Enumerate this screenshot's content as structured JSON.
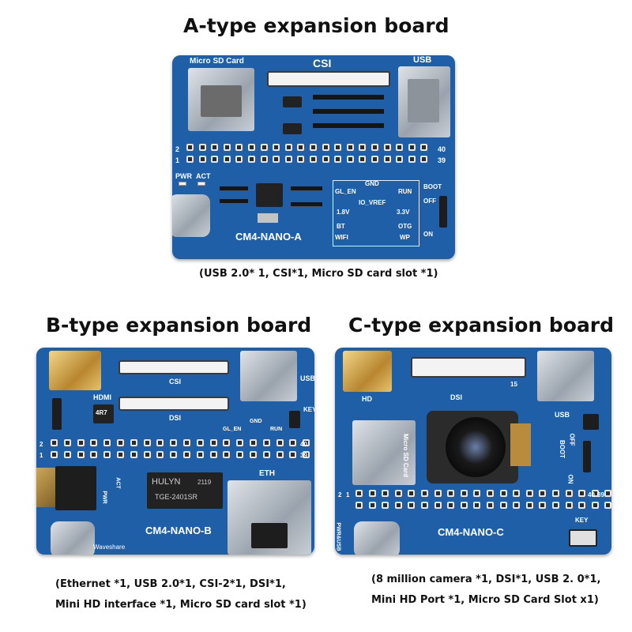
{
  "boards": [
    {
      "title": "A-type expansion board",
      "caption": "(USB 2.0* 1, CSI*1, Micro SD card slot *1)",
      "labels": {
        "sd": "Micro SD Card",
        "csi": "CSI",
        "usb": "USB",
        "pin2": "2",
        "pin1": "1",
        "pin40": "40",
        "pin39": "39",
        "pwr": "PWR",
        "act": "ACT",
        "gnd": "GND",
        "gl_en": "GL_EN",
        "run": "RUN",
        "io_vref": "IO_VREF",
        "v18": "1.8V",
        "v33": "3.3V",
        "bt": "BT",
        "otg": "OTG",
        "wifi": "WIFI",
        "wp": "WP",
        "boot": "BOOT",
        "off": "OFF",
        "on": "ON",
        "name": "CM4-NANO-A"
      }
    },
    {
      "title": "B-type expansion board",
      "caption_line1": "(Ethernet *1, USB 2.0*1, CSI-2*1, DSI*1,",
      "caption_line2": "Mini HD interface *1, Micro SD card slot *1)",
      "labels": {
        "hdmi": "HDMI",
        "csi": "CSI",
        "dsi": "DSI",
        "usb": "USB",
        "key": "KEY",
        "gnd": "GND",
        "gl_en": "GL_EN",
        "run": "RUN",
        "eth": "ETH",
        "chip_brand": "HULYN",
        "chip_num": "2119",
        "chip_part": "TGE-2401SR",
        "inductor": "4R7",
        "pwr": "PWR",
        "act": "ACT",
        "name": "CM4-NANO-B",
        "brand": "Waveshare",
        "pin2": "2",
        "pin1": "1",
        "pin40": "40",
        "pin39": "39"
      }
    },
    {
      "title": "C-type expansion board",
      "caption_line1": "(8 million camera *1, DSI*1, USB 2. 0*1,",
      "caption_line2": "Mini HD Port *1, Micro SD Card Slot x1)",
      "labels": {
        "hd": "HD",
        "dsi": "DSI",
        "pin15": "15",
        "usb": "USB",
        "sd": "Micro SD Card",
        "boot": "BOOT",
        "off": "OFF",
        "on": "ON",
        "pwr_usb": "PWR&USB",
        "key": "KEY",
        "name": "CM4-NANO-C",
        "pin2": "2",
        "pin1": "1",
        "pin40": "40",
        "pin39": "39"
      }
    }
  ]
}
